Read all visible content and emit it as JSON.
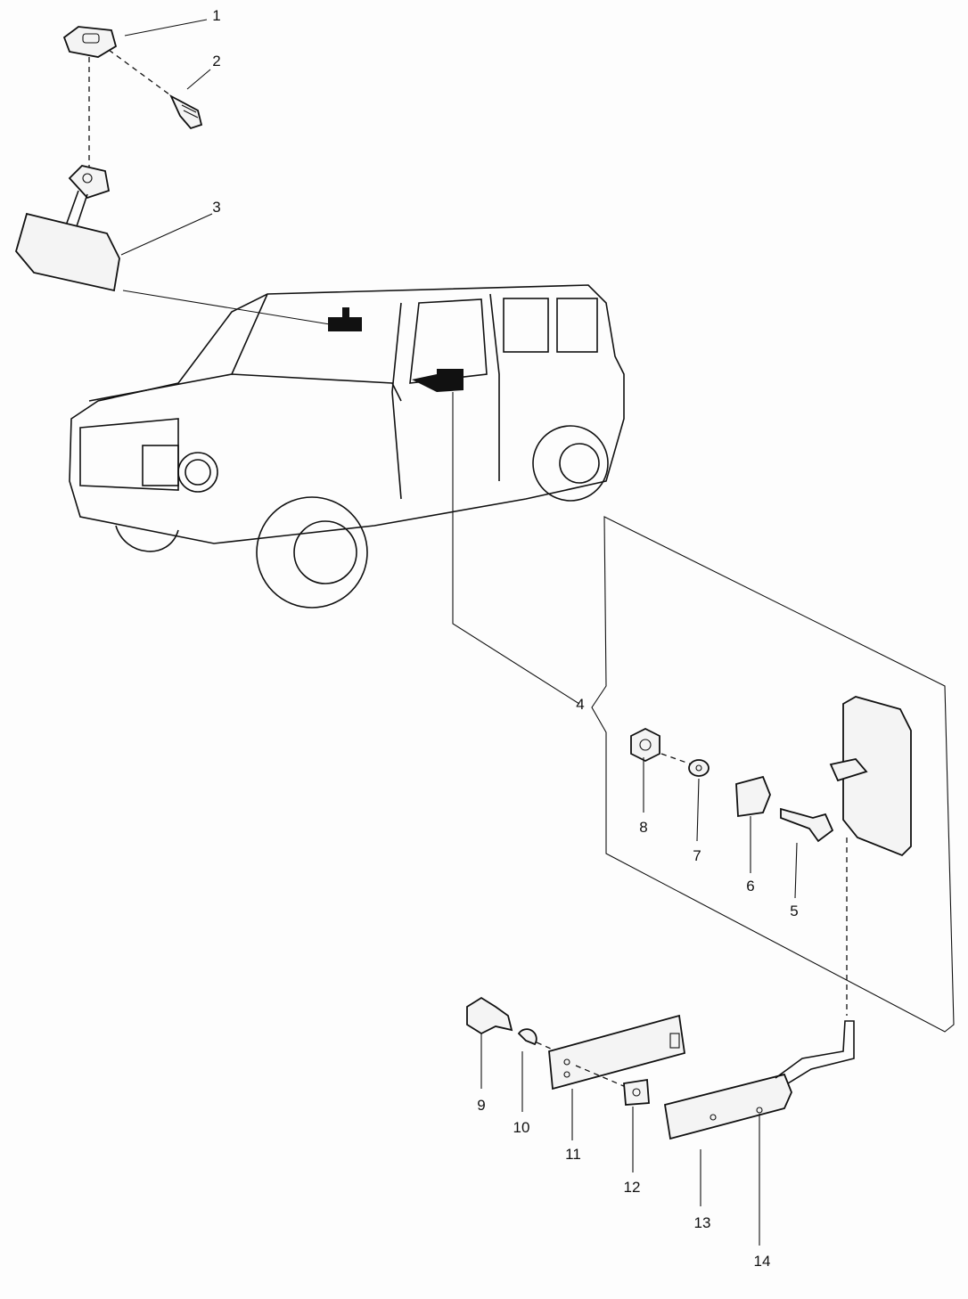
{
  "diagram": {
    "type": "exploded parts diagram",
    "callouts": [
      "1",
      "2",
      "3",
      "4",
      "5",
      "6",
      "7",
      "8",
      "9",
      "10",
      "11",
      "12",
      "13",
      "14"
    ]
  }
}
